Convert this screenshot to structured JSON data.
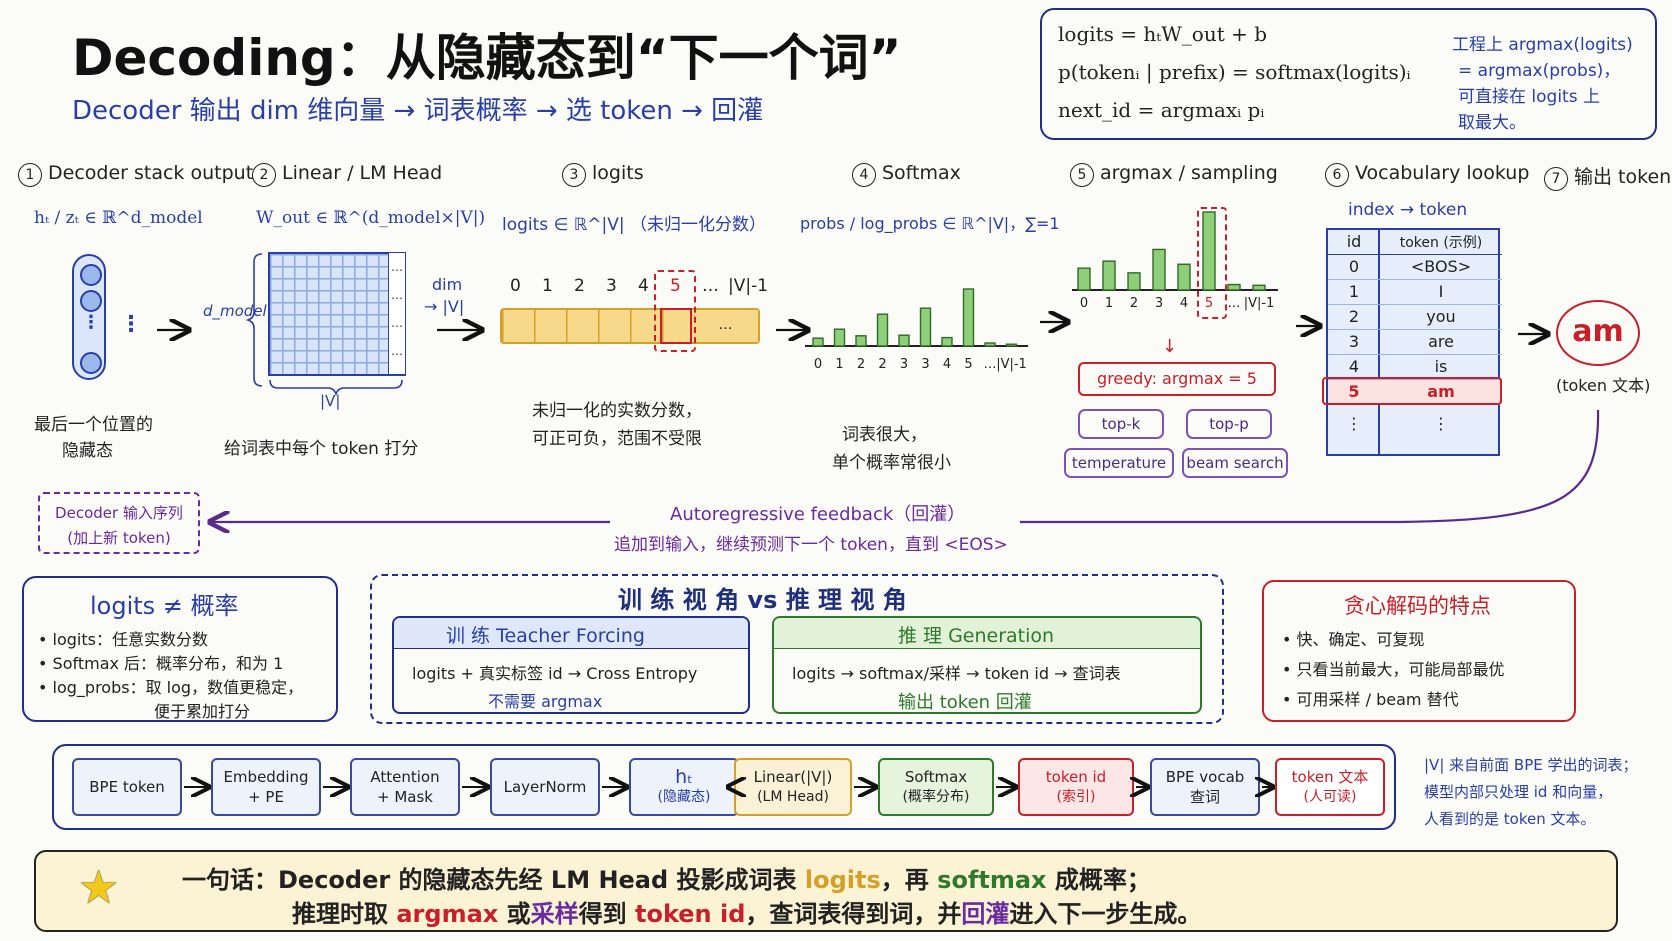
{
  "title": {
    "main": "Decoding：从隐藏态到“下一个词”",
    "subtitle": "Decoder 输出 dim 维向量 → 词表概率 → 选 token → 回灌"
  },
  "formula_box": {
    "line1": "logits = hₜW_out + b",
    "line2": "p(tokenᵢ | prefix) = softmax(logits)ᵢ",
    "line3": "next_id = argmaxᵢ pᵢ",
    "note1": "工程上 argmax(logits)",
    "note2": "= argmax(probs)，",
    "note3": "可直接在 logits 上",
    "note4": "取最大。"
  },
  "steps": [
    {
      "num": "1",
      "label": "Decoder stack output"
    },
    {
      "num": "2",
      "label": "Linear / LM Head"
    },
    {
      "num": "3",
      "label": "logits"
    },
    {
      "num": "4",
      "label": "Softmax"
    },
    {
      "num": "5",
      "label": "argmax / sampling"
    },
    {
      "num": "6",
      "label": "Vocabulary lookup"
    },
    {
      "num": "7",
      "label": "输出 token"
    }
  ],
  "stage1": {
    "formula": "hₜ / zₜ ∈ ℝ^d_model",
    "caption1": "最后一个位置的",
    "caption2": "隐藏态",
    "dots": "⋮"
  },
  "stage2": {
    "formula": "W_out ∈ ℝ^(d_model×|V|)",
    "dmodel": "d_model",
    "vlabel": "|V|",
    "caption": "给词表中每个 token 打分",
    "dim_label1": "dim",
    "dim_label2": "→ |V|",
    "ellipsis": "…"
  },
  "stage3": {
    "formula": "logits ∈ ℝ^|V| （未归一化分数）",
    "indices": [
      "0",
      "1",
      "2",
      "3",
      "4",
      "5",
      "…",
      "|V|-1"
    ],
    "cell_dots": "…",
    "caption1": "未归一化的实数分数，",
    "caption2": "可正可负，范围不受限"
  },
  "stage4": {
    "formula": "probs / log_probs ∈ ℝ^|V|，∑=1",
    "caption1": "词表很大，",
    "caption2": "单个概率常很小"
  },
  "stage5": {
    "greedy": "greedy: argmax = 5",
    "options": [
      "top-k",
      "top-p",
      "temperature",
      "beam search"
    ]
  },
  "stage6": {
    "header": "index → token",
    "col_id": "id",
    "col_token": "token (示例)",
    "rows": [
      {
        "id": "0",
        "token": "<BOS>"
      },
      {
        "id": "1",
        "token": "I"
      },
      {
        "id": "2",
        "token": "you"
      },
      {
        "id": "3",
        "token": "are"
      },
      {
        "id": "4",
        "token": "is"
      },
      {
        "id": "5",
        "token": "am"
      },
      {
        "id": "⋮",
        "token": "⋮"
      }
    ]
  },
  "stage7": {
    "token": "am",
    "caption": "(token 文本)"
  },
  "feedback": {
    "title": "Autoregressive feedback（回灌）",
    "subtitle": "追加到输入，继续预测下一个 token，直到 <EOS>",
    "box1": "Decoder 输入序列",
    "box2": "(加上新 token)"
  },
  "panel_logits": {
    "title": "logits ≠ 概率",
    "items": [
      "logits：任意实数分数",
      "Softmax 后：概率分布，和为 1",
      "log_probs：取 log，数值更稳定，"
    ],
    "item3_cont": "便于累加打分"
  },
  "panel_train": {
    "title": "训 练 视 角  vs  推 理 视 角",
    "train_head": "训 练   Teacher Forcing",
    "train_line1": "logits + 真实标签 id → Cross Entropy",
    "train_line2": "不需要 argmax",
    "infer_head": "推 理   Generation",
    "infer_line1": "logits → softmax/采样 → token id → 查词表",
    "infer_line2": "输出 token 回灌"
  },
  "panel_greedy": {
    "title": "贪心解码的特点",
    "items": [
      "快、确定、可复现",
      "只看当前最大，可能局部最优",
      "可用采样 / beam 替代"
    ]
  },
  "pipeline": [
    {
      "l1": "BPE token",
      "l2": ""
    },
    {
      "l1": "Embedding",
      "l2": "+ PE"
    },
    {
      "l1": "Attention",
      "l2": "+ Mask"
    },
    {
      "l1": "LayerNorm",
      "l2": ""
    },
    {
      "l1": "hₜ",
      "l2": "(隐藏态)"
    },
    {
      "l1": "Linear(|V|)",
      "l2": "(LM Head)"
    },
    {
      "l1": "Softmax",
      "l2": "(概率分布)"
    },
    {
      "l1": "token id",
      "l2": "(索引)"
    },
    {
      "l1": "BPE vocab",
      "l2": "查词"
    },
    {
      "l1": "token 文本",
      "l2": "(人可读)"
    }
  ],
  "pipeline_note": [
    "|V| 来自前面 BPE 学出的词表；",
    "模型内部只处理 id 和向量，",
    "人看到的是 token 文本。"
  ],
  "summary": {
    "p1": "一句话：Decoder 的隐藏态先经 LM Head 投影成词表 ",
    "k1": "logits",
    "p2": "，再 ",
    "k2": "softmax",
    "p3": " 成概率；",
    "p4": "推理时取 ",
    "k3": "argmax",
    "p5": " 或",
    "k4": "采样",
    "p6": "得到 ",
    "k5": "token id",
    "p7": "，查词表得到词，并",
    "k6": "回灌",
    "p8": "进入下一步生成。"
  },
  "chart_data": [
    {
      "type": "bar",
      "categories": [
        "0",
        "1",
        "2",
        "2",
        "3",
        "3",
        "4",
        "5",
        "…",
        "|V|-1"
      ],
      "values": [
        0.13,
        0.28,
        0.17,
        0.53,
        0.18,
        0.63,
        0.14,
        0.95,
        0.05,
        0.03
      ],
      "title": "Softmax"
    },
    {
      "type": "bar",
      "categories": [
        "0",
        "1",
        "2",
        "3",
        "4",
        "5",
        "…",
        "|V|-1"
      ],
      "values": [
        0.28,
        0.37,
        0.22,
        0.52,
        0.33,
        1.0,
        0.07,
        0.06
      ],
      "title": "argmax / sampling"
    }
  ],
  "colors": {
    "navy": "#1f2f8a",
    "blue": "#2a3fa6",
    "red": "#c8202a",
    "green": "#2f7a2a",
    "purple": "#6a2aa0",
    "yellow": "#f6d98a",
    "grid": "#b9cdef",
    "bar": "#8fcf7a"
  }
}
